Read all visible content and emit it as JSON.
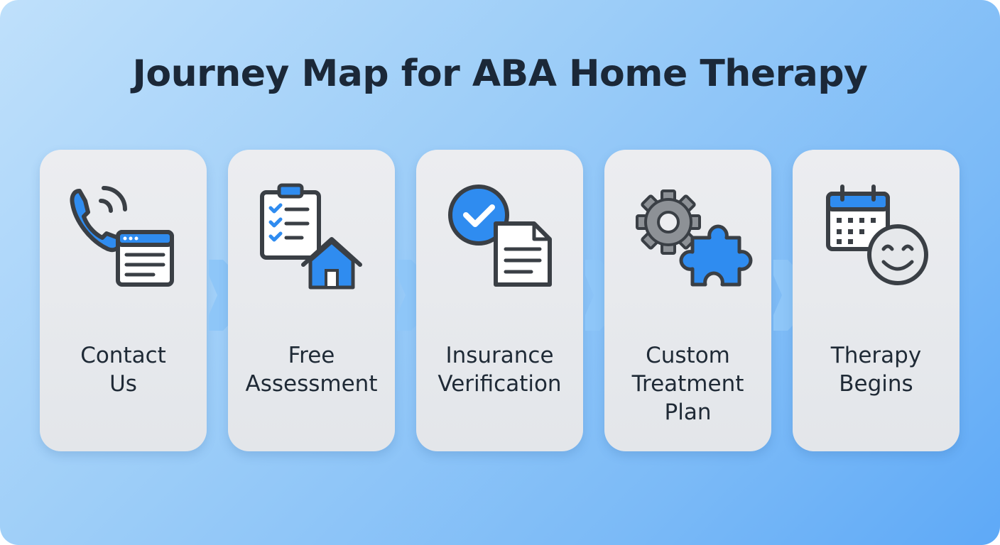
{
  "title": "Journey Map for ABA Home Therapy",
  "colors": {
    "accent": "#2f8cf0",
    "stroke": "#3a3f45",
    "gear": "#8d9196",
    "arrow": "#8ec6f8"
  },
  "steps": [
    {
      "icon": "phone-and-web-form-icon",
      "lines": [
        "Contact",
        "Us"
      ]
    },
    {
      "icon": "clipboard-and-house-icon",
      "lines": [
        "Free",
        "Assessment"
      ]
    },
    {
      "icon": "check-badge-and-document-icon",
      "lines": [
        "Insurance",
        "Verification"
      ]
    },
    {
      "icon": "gear-and-puzzle-icon",
      "lines": [
        "Custom",
        "Treatment",
        "Plan"
      ]
    },
    {
      "icon": "calendar-and-smiley-icon",
      "lines": [
        "Therapy",
        "Begins"
      ]
    }
  ]
}
